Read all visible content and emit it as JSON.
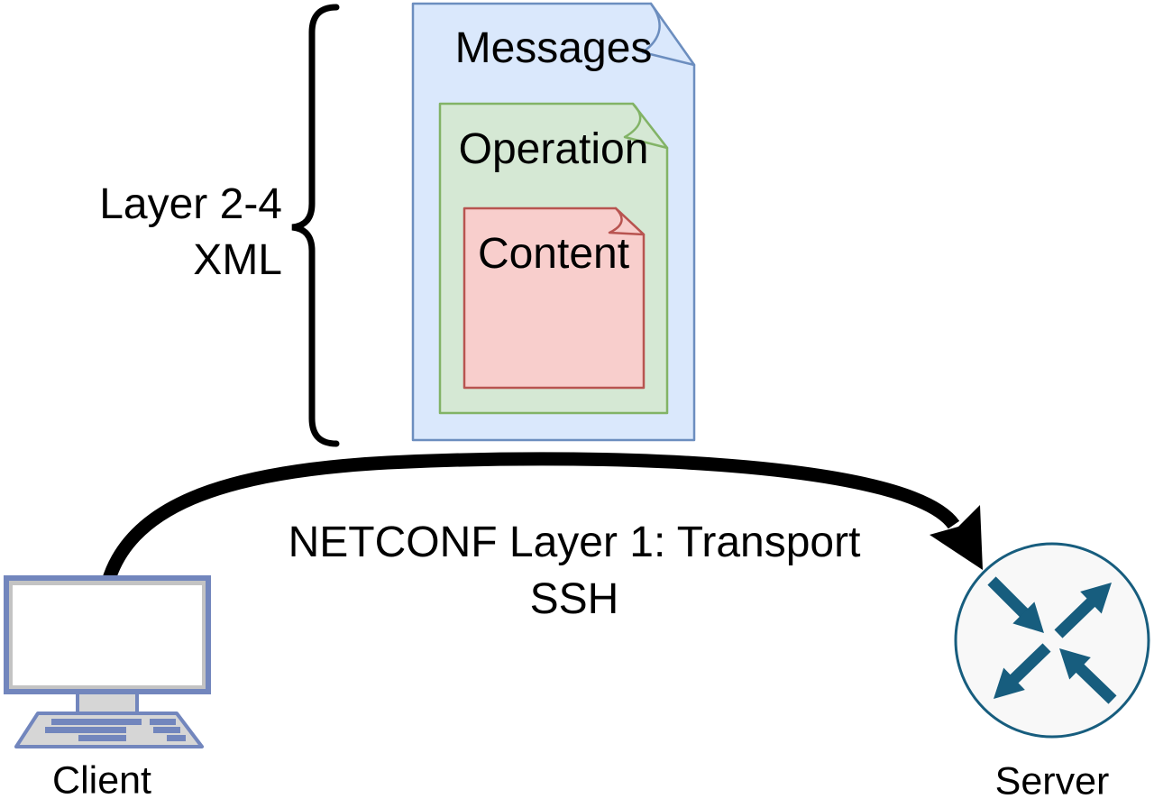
{
  "diagram": {
    "layer_group": {
      "line1": "Layer 2-4",
      "line2": "XML"
    },
    "documents": {
      "messages": "Messages",
      "operation": "Operation",
      "content": "Content"
    },
    "transport": {
      "line1": "NETCONF Layer 1: Transport",
      "line2": "SSH"
    },
    "client_label": "Client",
    "server_label": "Server"
  },
  "icons": {
    "client": "desktop-computer-icon",
    "server": "router-icon",
    "connection": "curved-arrow-icon",
    "grouping": "curly-brace-icon"
  },
  "colors": {
    "background": "#ffffff",
    "ink": "#000000",
    "doc_blue_fill": "#dae8fc",
    "doc_blue_stroke": "#6c8ebf",
    "doc_green_fill": "#d5e8d4",
    "doc_green_stroke": "#82b366",
    "doc_red_fill": "#f8cecc",
    "doc_red_stroke": "#b85450",
    "client_blue": "#7286bd",
    "client_gray": "#d6d6d6",
    "screen_band": "#c3c3c3",
    "screen_white": "#ffffff",
    "router_teal": "#175d7e",
    "router_fill": "#f8f8f8"
  }
}
